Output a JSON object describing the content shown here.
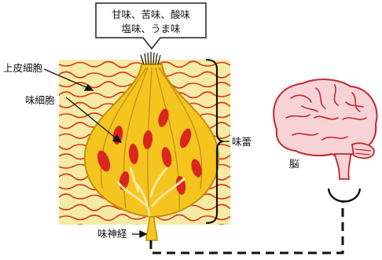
{
  "callout": {
    "line1": "甘味、苦味、酸味",
    "line2": "塩味、うま味"
  },
  "labels": {
    "epithelial_cell": "上皮細胞",
    "taste_cell": "味細胞",
    "taste_bud": "味蕾",
    "brain": "脳",
    "taste_nerve": "味神経"
  },
  "colors": {
    "tissue_fill": "#f6eba6",
    "fiber_line": "#d63a1a",
    "bud_fill": "#f4c51e",
    "bud_outline": "#c68c12",
    "nucleus": "#d9261e",
    "brain_fill": "#f7d3d6",
    "brain_outline": "#c0262f",
    "nerve_path": "#111111"
  }
}
